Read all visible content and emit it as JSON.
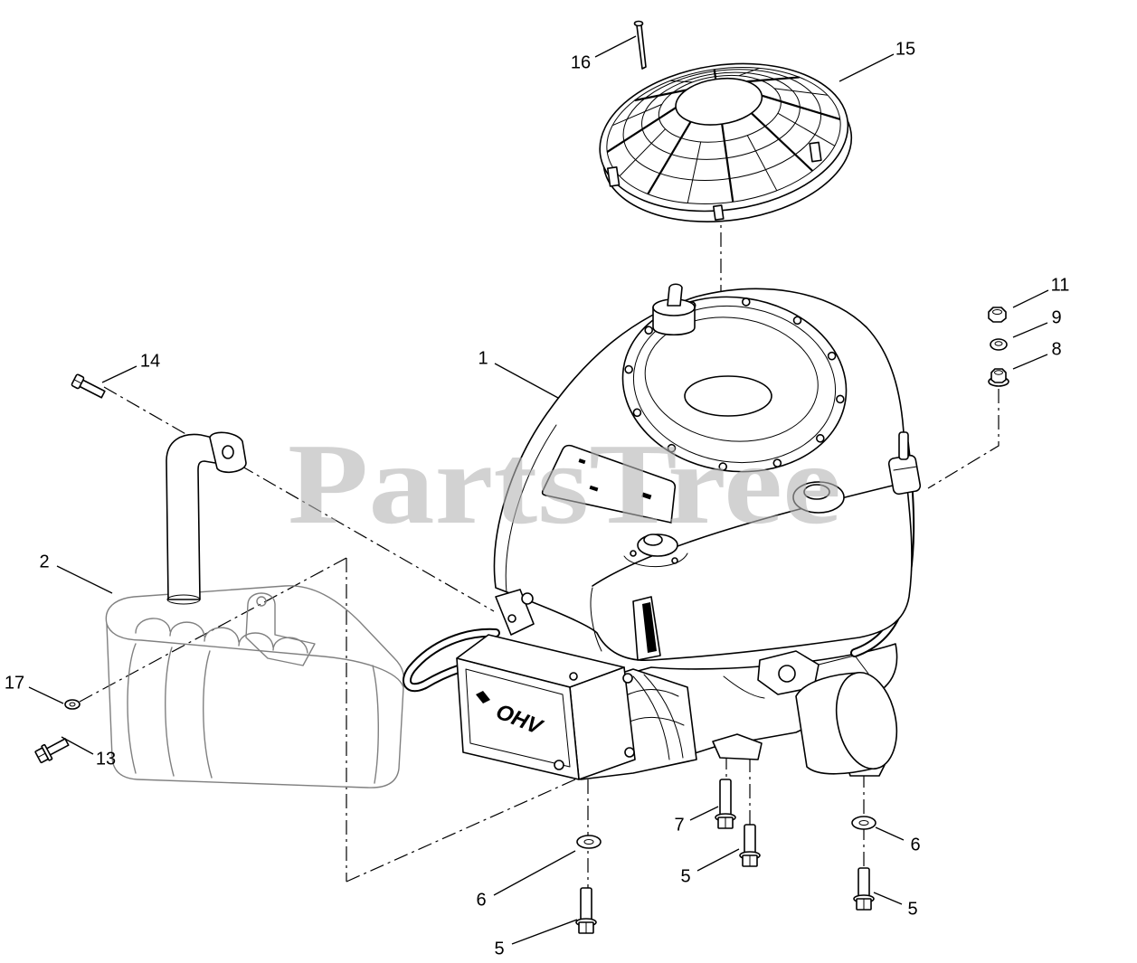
{
  "diagram": {
    "watermark": "PartsTree",
    "engine_badge": "OHV",
    "callouts": [
      {
        "label": "16"
      },
      {
        "label": "15"
      },
      {
        "label": "11"
      },
      {
        "label": "9"
      },
      {
        "label": "8"
      },
      {
        "label": "14"
      },
      {
        "label": "1"
      },
      {
        "label": "2"
      },
      {
        "label": "17"
      },
      {
        "label": "13"
      },
      {
        "label": "7"
      },
      {
        "label": "6"
      },
      {
        "label": "5"
      },
      {
        "label": "6"
      },
      {
        "label": "5"
      },
      {
        "label": "5"
      }
    ]
  },
  "colors": {
    "background": "#ffffff",
    "line": "#000000",
    "phantom_line": "#808080",
    "watermark": "#b4b4b4"
  }
}
